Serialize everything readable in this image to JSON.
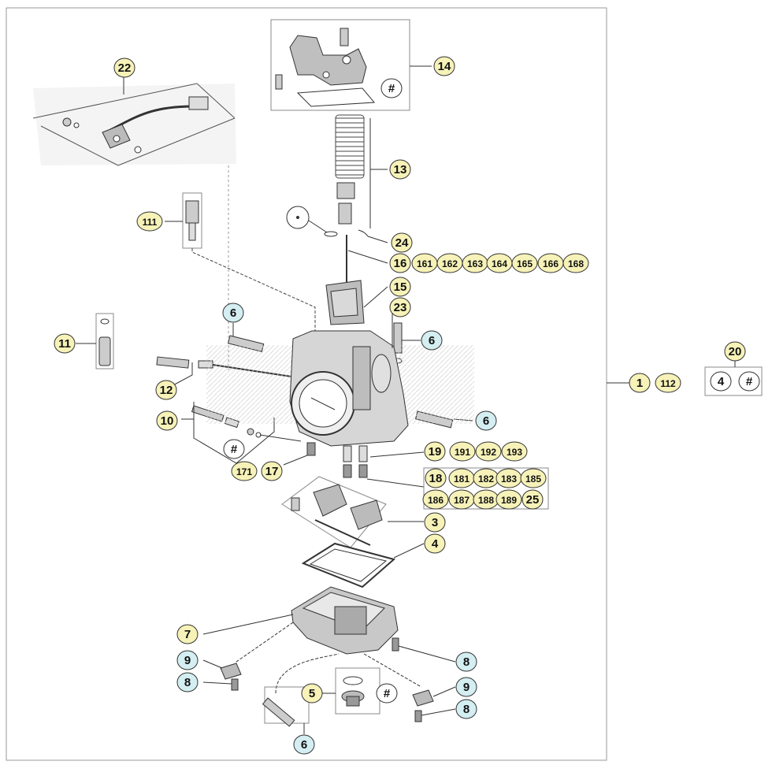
{
  "colors": {
    "callout_yellow": "#f6f2b8",
    "callout_blue": "#d4eef2",
    "callout_white": "#ffffff",
    "stroke": "#333333",
    "frame": "#9a9a9a"
  },
  "callouts": {
    "c22": "22",
    "c14": "14",
    "c14h": "#",
    "c13": "13",
    "c24": "24",
    "c16": "16",
    "c161": "161",
    "c162": "162",
    "c163": "163",
    "c164": "164",
    "c165": "165",
    "c166": "166",
    "c168": "168",
    "c111": "111",
    "c15": "15",
    "c23": "23",
    "c6a": "6",
    "c6b": "6",
    "c11": "11",
    "c12": "12",
    "c6c": "6",
    "c10": "10",
    "c10h": "#",
    "c171": "171",
    "c17": "17",
    "c19": "19",
    "c191": "191",
    "c192": "192",
    "c193": "193",
    "c18": "18",
    "c181": "181",
    "c182": "182",
    "c183": "183",
    "c185": "185",
    "c186": "186",
    "c187": "187",
    "c188": "188",
    "c189": "189",
    "c25": "25",
    "c3": "3",
    "c4": "4",
    "c7": "7",
    "c8a": "8",
    "c9a": "9",
    "c8b": "8",
    "c9b": "9",
    "c8c": "8",
    "c5": "5",
    "c5h": "#",
    "c6d": "6",
    "c1": "1",
    "c112": "112",
    "c20": "20",
    "c20a": "4",
    "c20b": "#"
  }
}
